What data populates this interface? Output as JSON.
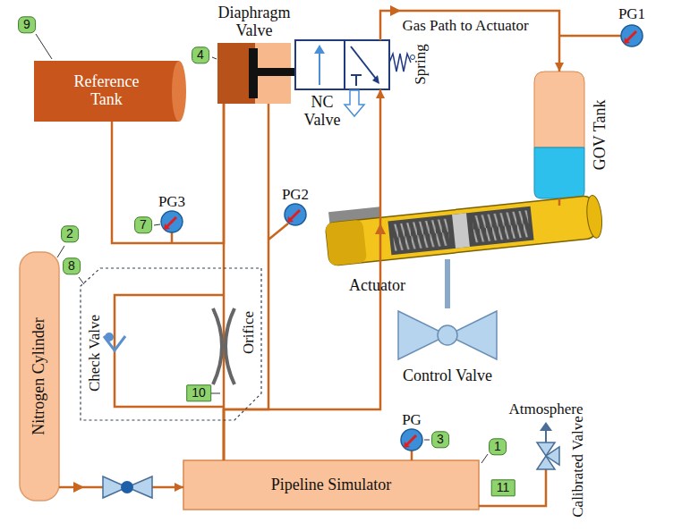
{
  "diagram": {
    "nodes": [
      {
        "text": [
          "Diaphragm Valve"
        ]
      },
      {
        "text": [
          "NC Valve"
        ]
      },
      {
        "text": [
          "Reference Tank"
        ]
      },
      {
        "text": [
          "GOV Tank"
        ]
      },
      {
        "text": [
          "Actuator"
        ]
      },
      {
        "text": [
          "Control Valve"
        ]
      },
      {
        "text": [
          "Nitrogen Cylinder"
        ]
      },
      {
        "text": [
          "Pipeline Simulator"
        ]
      }
    ],
    "edges": [
      {
        "from": 6,
        "to": 7,
        "arrow": "to"
      },
      {
        "from": 7,
        "to": 1,
        "arrow": "to"
      },
      {
        "from": 1,
        "to": 3,
        "label": "Gas Path to Actuator",
        "arrow": "to"
      },
      {
        "from": 3,
        "to": 4,
        "arrow": "none"
      },
      {
        "from": 4,
        "to": 5,
        "arrow": "none"
      },
      {
        "from": 2,
        "to": 0,
        "arrow": "none"
      },
      {
        "from": 7,
        "to": 0,
        "arrow": "none"
      },
      {
        "from": 7,
        "to": 0,
        "arrow": "none"
      }
    ],
    "labels": [
      "Spring",
      "PG1",
      "PG3",
      "PG2",
      "PG",
      "Check Valve",
      "Orifice",
      "Atmosphere",
      "Calibrated Valve",
      "9",
      "4",
      "7",
      "8",
      "2",
      "10",
      "3",
      "1",
      "11"
    ]
  }
}
